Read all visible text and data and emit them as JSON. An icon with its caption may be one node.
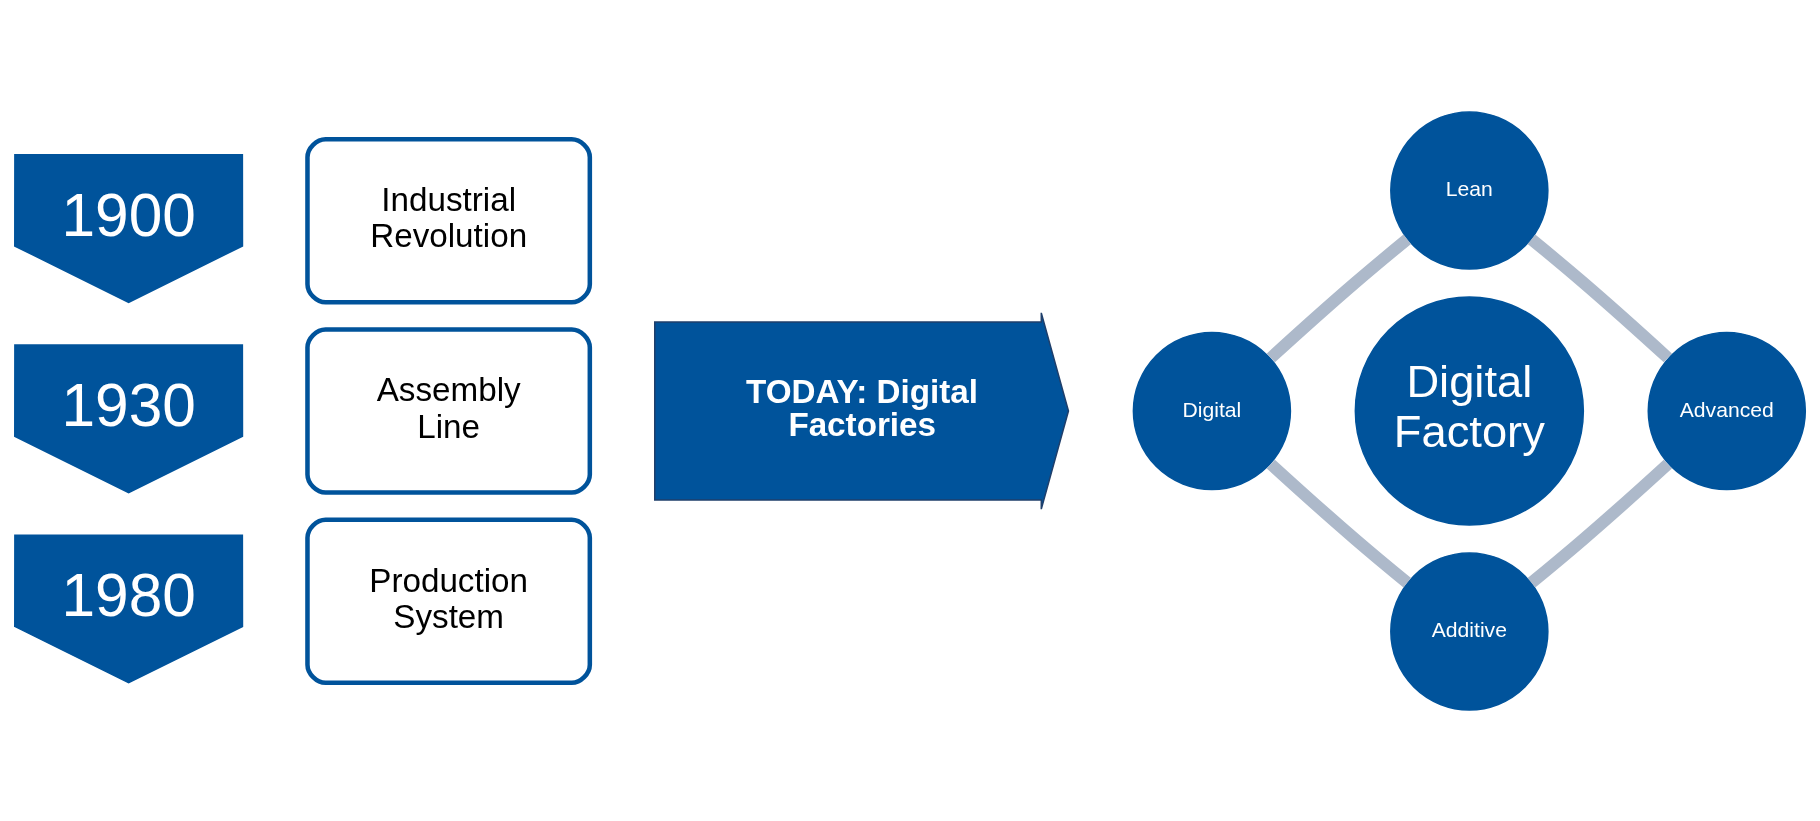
{
  "diagram": {
    "nodes": [
      {
        "text": [
          "1900"
        ]
      },
      {
        "text": [
          "Industrial Revolution"
        ]
      },
      {
        "text": [
          "1930"
        ]
      },
      {
        "text": [
          "Assembly Line"
        ]
      },
      {
        "text": [
          "1980"
        ]
      },
      {
        "text": [
          "Production System"
        ]
      },
      {
        "text": [
          "TODAY: Digital Factories"
        ]
      },
      {
        "text": [
          "Lean"
        ]
      },
      {
        "text": [
          "Digital"
        ]
      },
      {
        "text": [
          "Digital Factory"
        ]
      },
      {
        "text": [
          "Advanced"
        ]
      },
      {
        "text": [
          "Additive"
        ]
      }
    ],
    "edges": [
      {
        "from": 7,
        "to": 10,
        "arrow": "none",
        "color": "#adb9ca"
      },
      {
        "from": 10,
        "to": 11,
        "arrow": "none",
        "color": "#adb9ca"
      },
      {
        "from": 11,
        "to": 8,
        "arrow": "none",
        "color": "#adb9ca"
      },
      {
        "from": 8,
        "to": 7,
        "arrow": "none",
        "color": "#adb9ca"
      }
    ]
  }
}
